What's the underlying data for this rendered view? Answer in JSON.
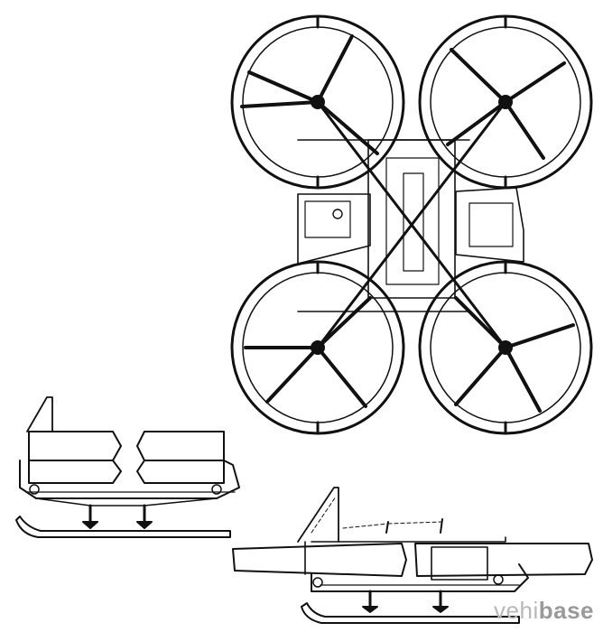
{
  "watermark": {
    "part1": "vehi",
    "part2": "base"
  },
  "views": [
    "top-view",
    "front-view",
    "side-view"
  ],
  "colors": {
    "line": "#111111",
    "background": "#ffffff",
    "watermark": "#b8b8b8"
  }
}
